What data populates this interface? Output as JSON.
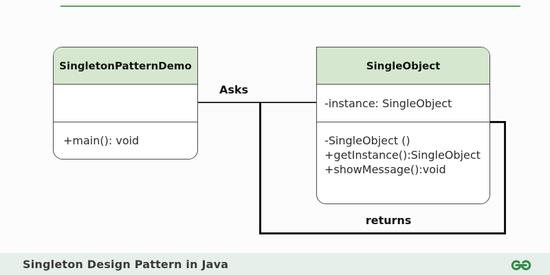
{
  "page": {
    "background_color": "#fcfcfc",
    "top_line_color": "#54a45f",
    "class_header_color": "#d5e8cf",
    "accent_green": "#2f8d46"
  },
  "diagram": {
    "classes": [
      {
        "name": "SingletonPatternDemo",
        "attributes": [],
        "methods": [
          "+main(): void"
        ]
      },
      {
        "name": "SingleObject",
        "attributes": [
          "-instance: SingleObject"
        ],
        "methods": [
          "-SingleObject ()",
          "+getInstance():SingleObject",
          "+showMessage():void"
        ]
      }
    ],
    "relationships": [
      {
        "label": "Asks"
      },
      {
        "label": "returns"
      }
    ]
  },
  "footer": {
    "title": "Singleton Design Pattern in Java",
    "logo": "geeksforgeeks-logo"
  }
}
